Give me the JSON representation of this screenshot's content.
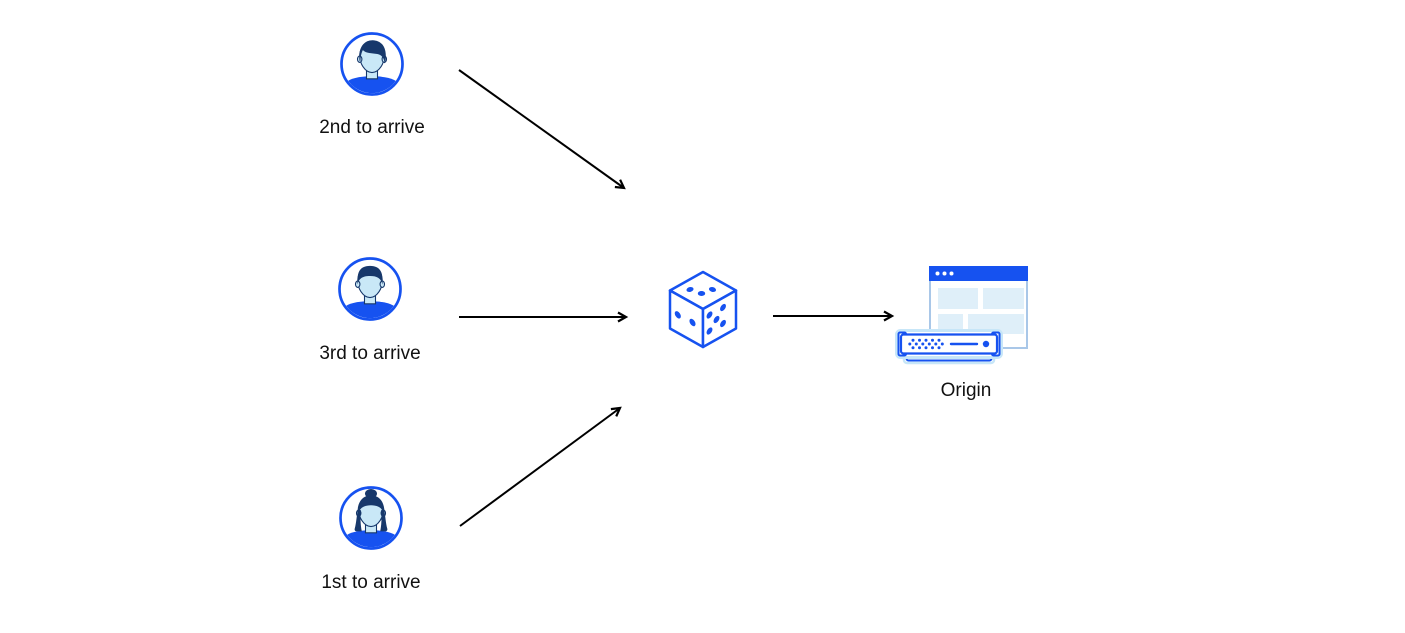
{
  "diagram": {
    "clients": [
      {
        "id": "second",
        "label": "2nd to arrive",
        "icon": "male-avatar-swept-hair-icon"
      },
      {
        "id": "third",
        "label": "3rd to arrive",
        "icon": "male-avatar-short-hair-icon"
      },
      {
        "id": "first",
        "label": "1st to arrive",
        "icon": "female-avatar-bun-icon"
      }
    ],
    "randomizer": {
      "icon": "dice-icon",
      "die_faces": {
        "top_pips": 3,
        "left_pips": 2,
        "right_pips": 5
      }
    },
    "origin": {
      "label": "Origin",
      "icons": [
        "browser-window-icon",
        "server-icon"
      ]
    },
    "colors": {
      "primary_blue": "#1652F0",
      "navy": "#17386B",
      "face_blue": "#C9E8F7",
      "panel_blue": "#DFEFF9",
      "halo_blue": "#C7E6F8",
      "browser_border": "#A9C7E8",
      "arrow": "#000000",
      "text": "#111111",
      "background": "#FFFFFF"
    }
  }
}
